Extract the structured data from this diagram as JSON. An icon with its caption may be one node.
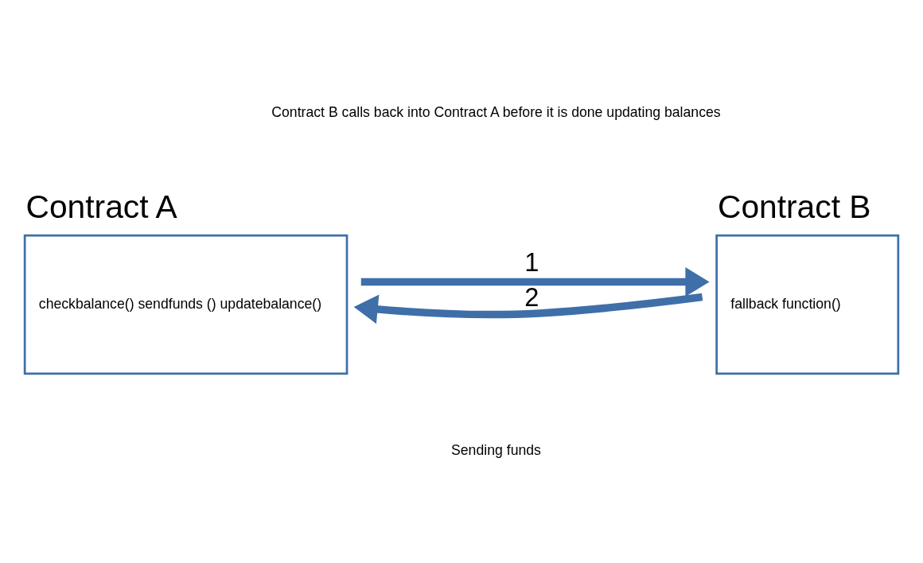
{
  "diagram": {
    "nodes": [
      {
        "text": [
          "Contract A",
          "checkbalance() sendfunds () updatebalance()"
        ]
      },
      {
        "text": [
          "Contract B",
          "fallback function()"
        ]
      }
    ],
    "edges": [
      {
        "from": 0,
        "to": 1,
        "arrow": "to",
        "label": "1"
      },
      {
        "from": 1,
        "to": 0,
        "arrow": "to",
        "label": "2"
      }
    ],
    "labels": [
      "Contract B calls back into Contract A before it is done updating balances",
      "Sending funds"
    ]
  }
}
